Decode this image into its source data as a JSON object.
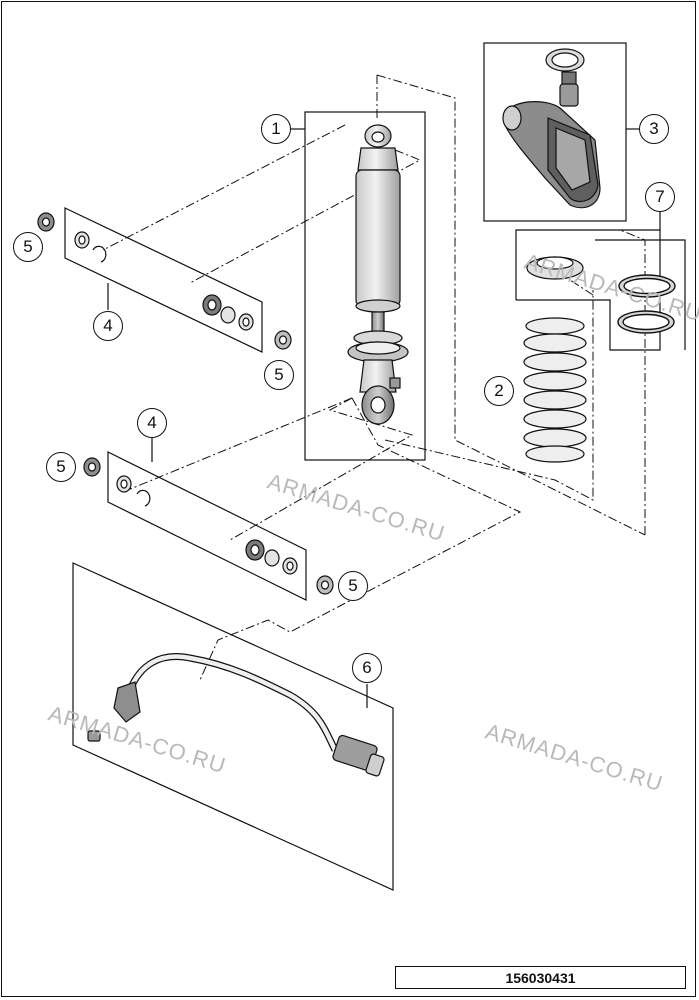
{
  "diagram": {
    "callouts": [
      "1",
      "2",
      "3",
      "4",
      "4",
      "5",
      "5",
      "5",
      "5",
      "6",
      "7"
    ],
    "watermark": "ARMADA-CO.RU",
    "document_number": "156030431",
    "colors": {
      "line": "#111111",
      "part_fill": "#e6e6e6",
      "part_shade": "#bdbdbd",
      "watermark": "#b9b9b9"
    }
  }
}
